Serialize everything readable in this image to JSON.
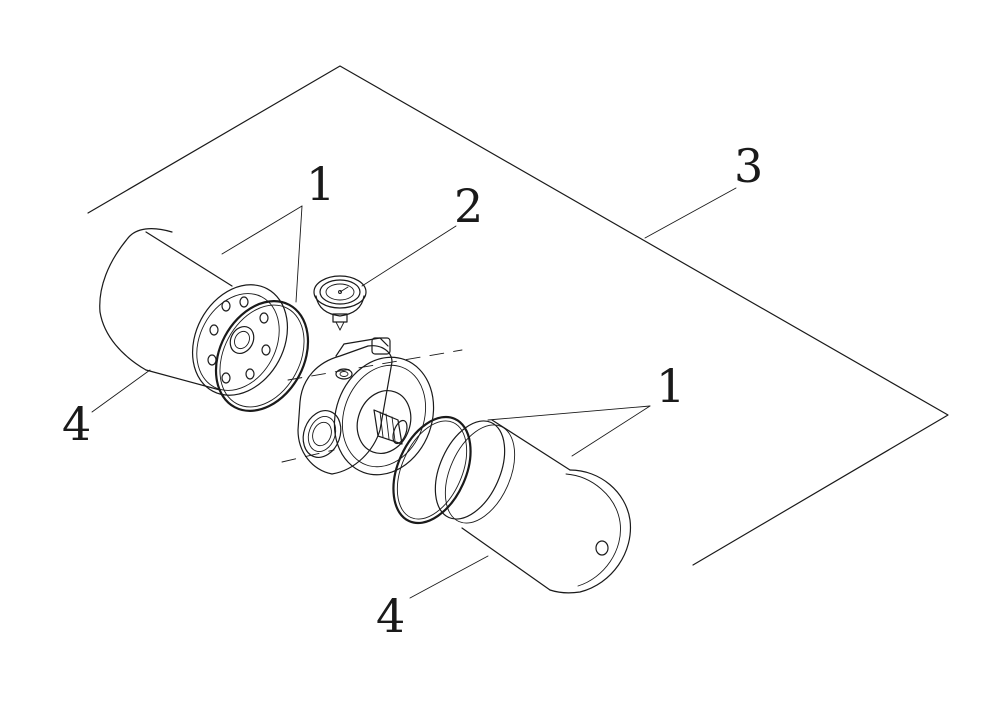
{
  "diagram": {
    "callouts": {
      "c1_upper": "1",
      "c1_lower": "1",
      "c2": "2",
      "c3": "3",
      "c4_left": "4",
      "c4_lower": "4"
    }
  },
  "colors": {
    "line": "#1a1a1a",
    "background": "#ffffff"
  }
}
